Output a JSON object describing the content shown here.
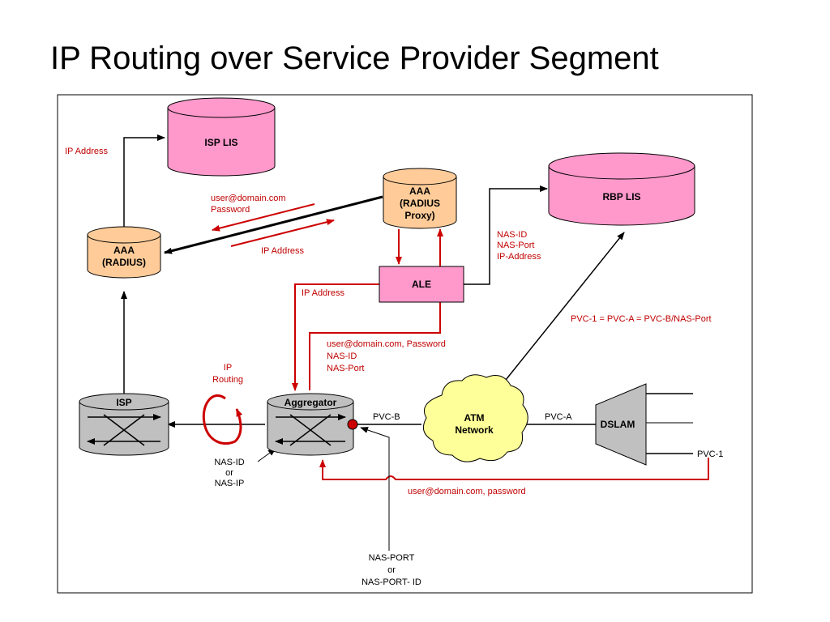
{
  "title": "IP Routing over Service Provider Segment",
  "nodes": {
    "isp_lis": "ISP LIS",
    "rbp_lis": "RBP LIS",
    "aaa_radius": [
      "AAA",
      "(RADIUS)"
    ],
    "aaa_proxy": [
      "AAA",
      "(RADIUS",
      "Proxy)"
    ],
    "ale": "ALE",
    "isp": "ISP",
    "aggregator": "Aggregator",
    "atm": [
      "ATM",
      "Network"
    ],
    "dslam": "DSLAM"
  },
  "labels": {
    "ip_address_top": "IP Address",
    "user_password": [
      "user@domain.com",
      "Password"
    ],
    "ip_address_mid": "IP Address",
    "ip_address_ale": "IP Address",
    "nas_info": [
      "NAS-ID",
      "NAS-Port",
      "IP-Address"
    ],
    "pvc_equation": "PVC-1 = PVC-A = PVC-B/NAS-Port",
    "user_nas": [
      "user@domain.com, Password",
      "NAS-ID",
      "NAS-Port"
    ],
    "ip_routing": [
      "IP",
      "Routing"
    ],
    "pvc_b": "PVC-B",
    "pvc_a": "PVC-A",
    "pvc_1": "PVC-1",
    "nas_id_ip": [
      "NAS-ID",
      "or",
      "NAS-IP"
    ],
    "user_password_bottom": "user@domain.com, password",
    "nas_port": [
      "NAS-PORT",
      "or",
      "NAS-PORT- ID"
    ]
  },
  "colors": {
    "pink": "#ff99cc",
    "peach": "#ffcc99",
    "gray": "#c0c0c0",
    "cloud": "#ffff99",
    "red": "#cc0000"
  }
}
